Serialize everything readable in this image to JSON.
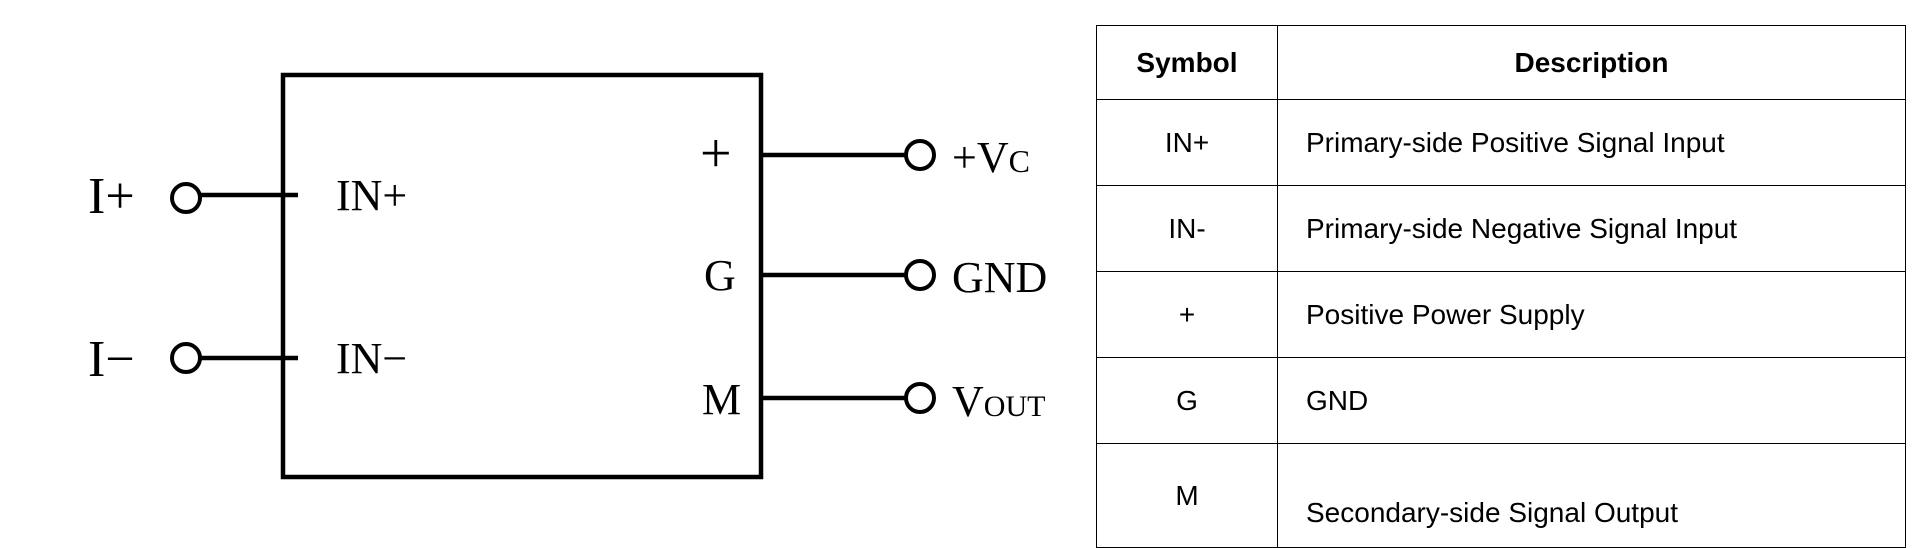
{
  "diagram": {
    "left_terminals": [
      {
        "terminal": "I+",
        "pin": "IN+"
      },
      {
        "terminal": "I−",
        "pin": "IN−"
      }
    ],
    "right_terminals": [
      {
        "pin": "+",
        "terminal": "+V",
        "subscript": "C"
      },
      {
        "pin": "G",
        "terminal": "GND",
        "subscript": ""
      },
      {
        "pin": "M",
        "terminal": "V",
        "subscript": "OUT"
      }
    ]
  },
  "table": {
    "headers": {
      "symbol": "Symbol",
      "description": "Description"
    },
    "rows": [
      {
        "symbol": "IN+",
        "description": "Primary-side Positive Signal Input"
      },
      {
        "symbol": "IN-",
        "description": "Primary-side Negative Signal Input"
      },
      {
        "symbol": "+",
        "description": "Positive Power Supply"
      },
      {
        "symbol": "G",
        "description": "GND"
      },
      {
        "symbol": "M",
        "description": "Secondary-side Signal Output"
      }
    ]
  }
}
